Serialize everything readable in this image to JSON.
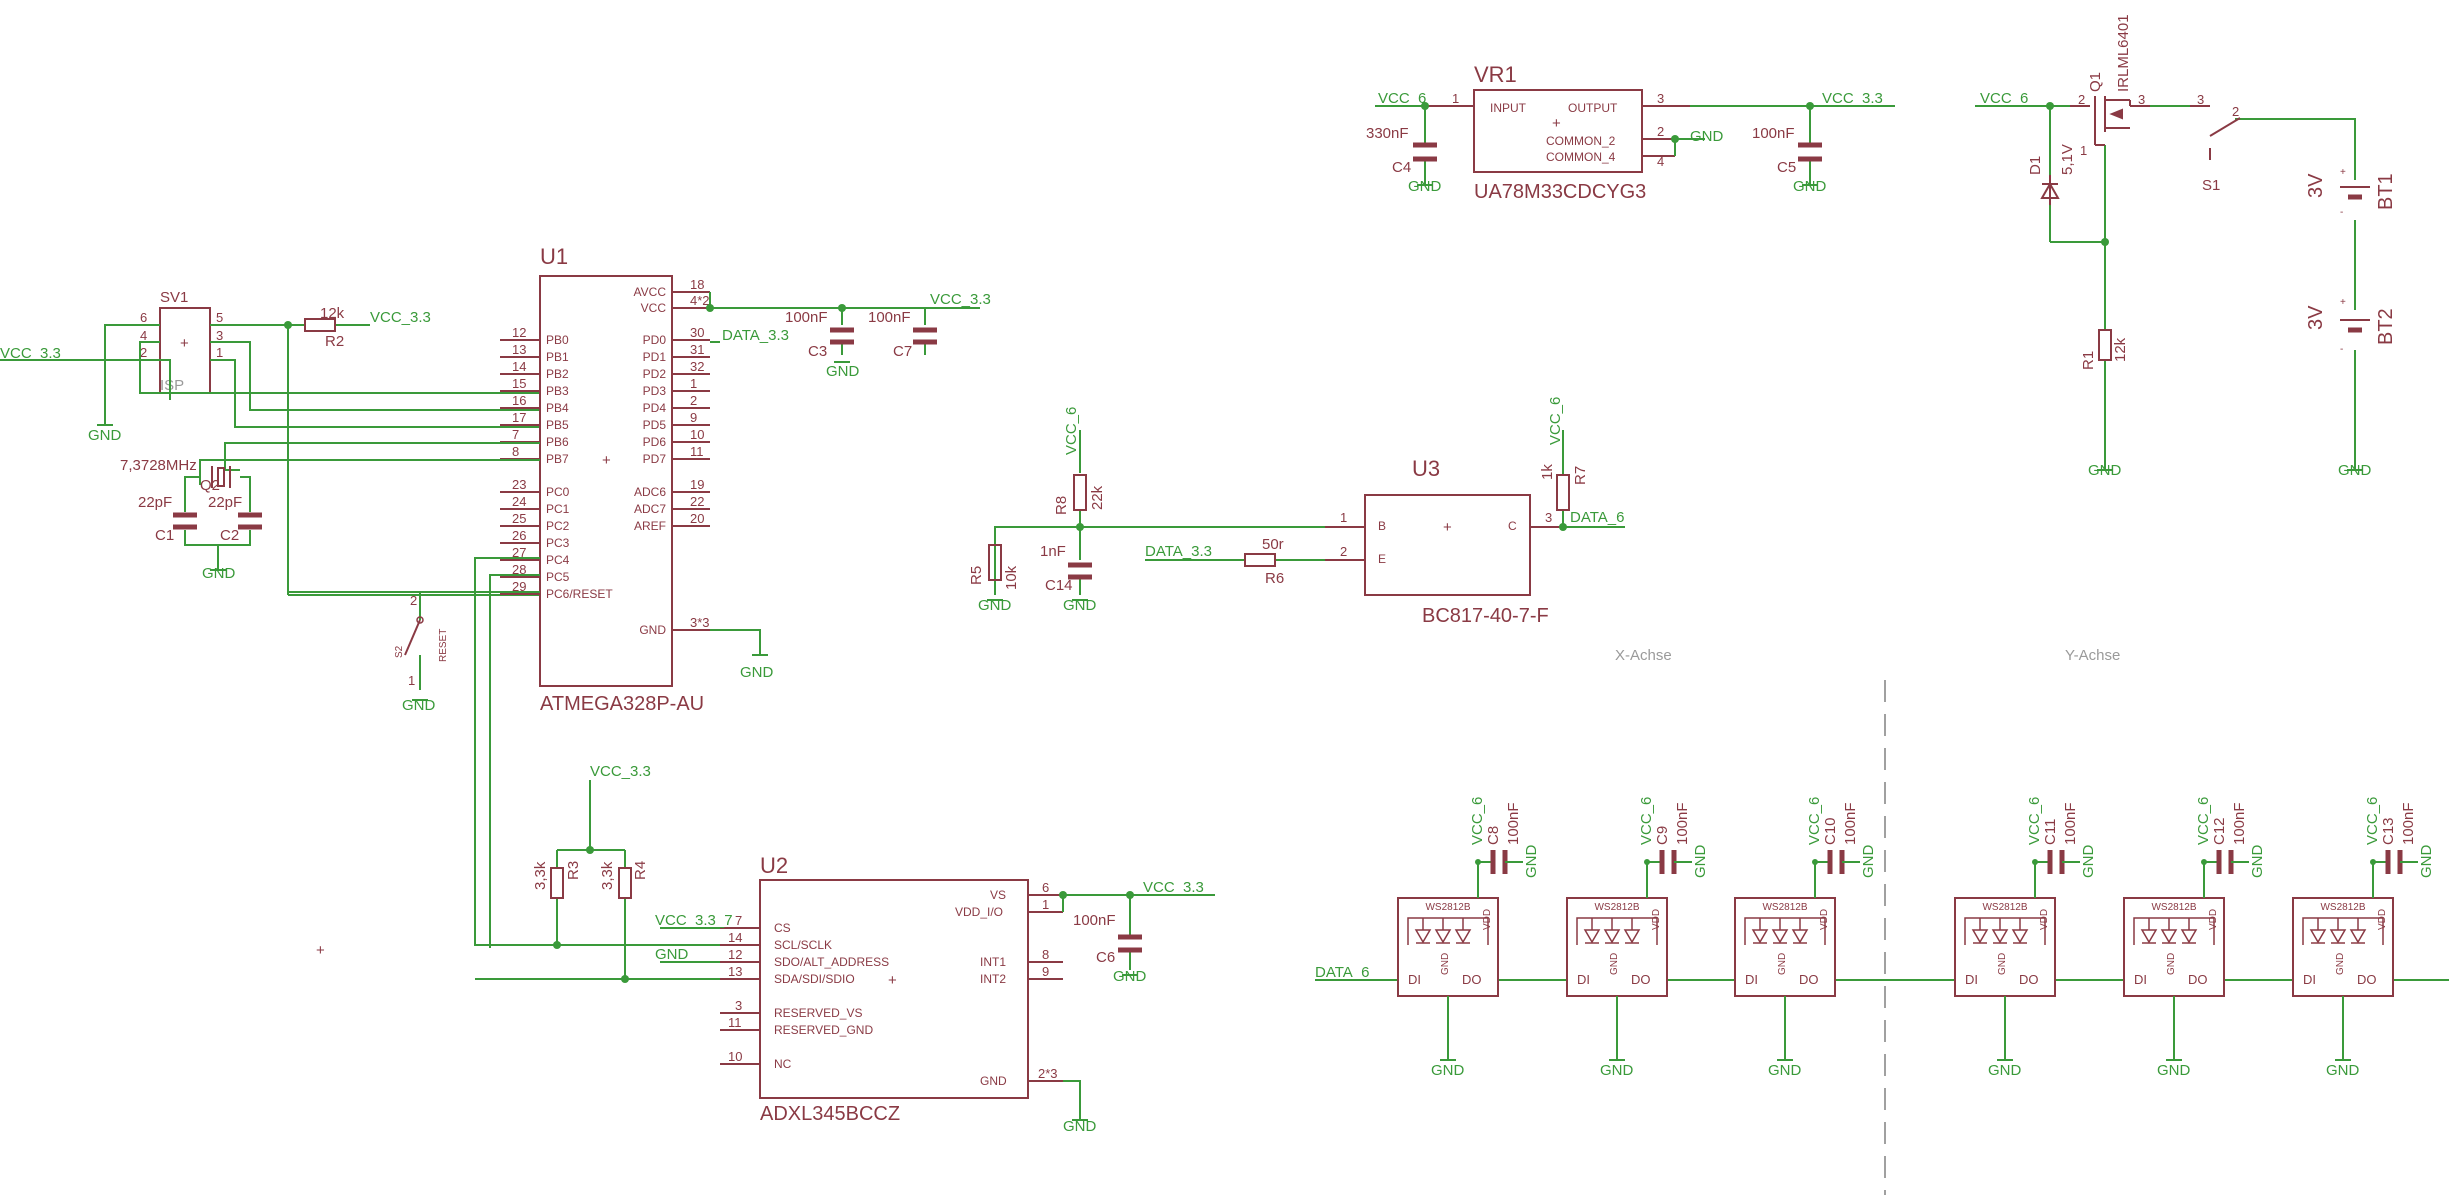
{
  "colors": {
    "wire": "#3a9a3a",
    "part": "#8a3a44",
    "divider": "#a0a0a0"
  },
  "nets": {
    "vcc6": "VCC_6",
    "vcc33": "VCC_3.3",
    "vcc337": "VCC_3.3_7",
    "gnd": "GND",
    "data6": "DATA_6",
    "data33": "DATA_3.3"
  },
  "vr1": {
    "name": "VR1",
    "value": "UA78M33CDCYG3",
    "input": "INPUT",
    "output": "OUTPUT",
    "common2": "COMMON_2",
    "common4": "COMMON_4",
    "p1": "1",
    "p3": "3",
    "p2": "2",
    "p4": "4"
  },
  "c4": {
    "name": "C4",
    "value": "330nF"
  },
  "c5": {
    "name": "C5",
    "value": "100nF"
  },
  "q1": {
    "name": "Q1",
    "value": "IRLML6401",
    "p2": "2",
    "p3": "3",
    "p1": "1"
  },
  "d1": {
    "name": "D1",
    "value": "5,1V"
  },
  "s1": {
    "name": "S1",
    "p3": "3",
    "p2": "2"
  },
  "bt1": {
    "name": "BT1",
    "value": "3V"
  },
  "bt2": {
    "name": "BT2",
    "value": "3V"
  },
  "r1": {
    "name": "R1",
    "value": "12k"
  },
  "sv1": {
    "name": "SV1",
    "value": "ISP",
    "p6": "6",
    "p5": "5",
    "p4": "4",
    "p3": "3",
    "p2": "2",
    "p1": "1"
  },
  "r2": {
    "name": "R2",
    "value": "12k"
  },
  "u1": {
    "name": "U1",
    "value": "ATMEGA328P-AU",
    "left_pins": [
      {
        "num": "12",
        "name": "PB0"
      },
      {
        "num": "13",
        "name": "PB1"
      },
      {
        "num": "14",
        "name": "PB2"
      },
      {
        "num": "15",
        "name": "PB3"
      },
      {
        "num": "16",
        "name": "PB4"
      },
      {
        "num": "17",
        "name": "PB5"
      },
      {
        "num": "7",
        "name": "PB6"
      },
      {
        "num": "8",
        "name": "PB7"
      },
      {
        "num": "23",
        "name": "PC0"
      },
      {
        "num": "24",
        "name": "PC1"
      },
      {
        "num": "25",
        "name": "PC2"
      },
      {
        "num": "26",
        "name": "PC3"
      },
      {
        "num": "27",
        "name": "PC4"
      },
      {
        "num": "28",
        "name": "PC5"
      },
      {
        "num": "29",
        "name": "PC6/RESET"
      }
    ],
    "right_pins": [
      {
        "num": "18",
        "name": "AVCC"
      },
      {
        "num": "4*2",
        "name": "VCC"
      },
      {
        "num": "30",
        "name": "PD0"
      },
      {
        "num": "31",
        "name": "PD1"
      },
      {
        "num": "32",
        "name": "PD2"
      },
      {
        "num": "1",
        "name": "PD3"
      },
      {
        "num": "2",
        "name": "PD4"
      },
      {
        "num": "9",
        "name": "PD5"
      },
      {
        "num": "10",
        "name": "PD6"
      },
      {
        "num": "11",
        "name": "PD7"
      },
      {
        "num": "19",
        "name": "ADC6"
      },
      {
        "num": "22",
        "name": "ADC7"
      },
      {
        "num": "20",
        "name": "AREF"
      },
      {
        "num": "3*3",
        "name": "GND"
      }
    ]
  },
  "c3": {
    "name": "C3",
    "value": "100nF"
  },
  "c7": {
    "name": "C7",
    "value": "100nF"
  },
  "q2": {
    "name": "Q2",
    "value": "7,3728MHz"
  },
  "c1": {
    "name": "C1",
    "value": "22pF"
  },
  "c2": {
    "name": "C2",
    "value": "22pF"
  },
  "s2": {
    "name": "S2",
    "value": "RESET",
    "p2": "2",
    "p1": "1"
  },
  "r3": {
    "name": "R3",
    "value": "3,3k"
  },
  "r4": {
    "name": "R4",
    "value": "3,3k"
  },
  "u2": {
    "name": "U2",
    "value": "ADXL345BCCZ",
    "cs": "CS",
    "scl": "SCL/SCLK",
    "sdo": "SDO/ALT_ADDRESS",
    "sda": "SDA/SDI/SDIO",
    "rvs": "RESERVED_VS",
    "rgnd": "RESERVED_GND",
    "nc": "NC",
    "vs": "VS",
    "vddio": "VDD_I/O",
    "int1": "INT1",
    "int2": "INT2",
    "gnd": "GND",
    "p7": "7",
    "p14": "14",
    "p12": "12",
    "p13": "13",
    "p3": "3",
    "p11": "11",
    "p10": "10",
    "p6": "6",
    "p1": "1",
    "p8": "8",
    "p9": "9",
    "p2x3": "2*3"
  },
  "c6": {
    "name": "C6",
    "value": "100nF"
  },
  "r8": {
    "name": "R8",
    "value": "22k"
  },
  "r5": {
    "name": "R5",
    "value": "10k"
  },
  "c14": {
    "name": "C14",
    "value": "1nF"
  },
  "r6": {
    "name": "R6",
    "value": "50r"
  },
  "r7": {
    "name": "R7",
    "value": "1k"
  },
  "u3": {
    "name": "U3",
    "value": "BC817-40-7-F",
    "b": "B",
    "e": "E",
    "c": "C",
    "p1": "1",
    "p2": "2",
    "p3": "3"
  },
  "axis": {
    "x": "X-Achse",
    "y": "Y-Achse"
  },
  "leds": [
    {
      "cap": "C8",
      "cap_val": "100nF",
      "type": "WS2812B"
    },
    {
      "cap": "C9",
      "cap_val": "100nF",
      "type": "WS2812B"
    },
    {
      "cap": "C10",
      "cap_val": "100nF",
      "type": "WS2812B"
    },
    {
      "cap": "C11",
      "cap_val": "100nF",
      "type": "WS2812B"
    },
    {
      "cap": "C12",
      "cap_val": "100nF",
      "type": "WS2812B"
    },
    {
      "cap": "C13",
      "cap_val": "100nF",
      "type": "WS2812B"
    }
  ],
  "led_pins": {
    "di": "DI",
    "do": "DO",
    "gnd": "GND",
    "vdd": "VDD"
  }
}
